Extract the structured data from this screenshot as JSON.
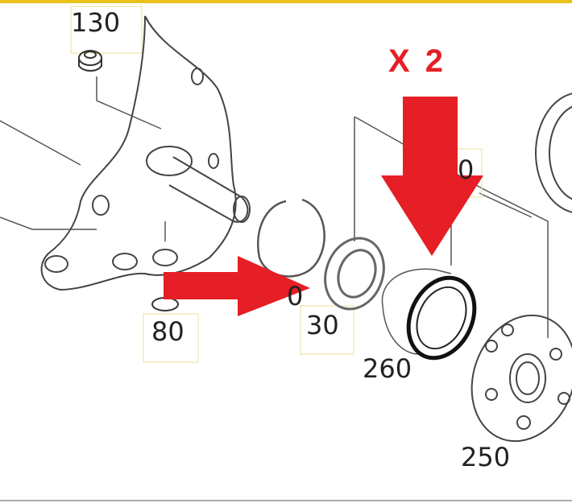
{
  "diagram": {
    "title_annotation": "X 2",
    "callouts": [
      {
        "id": "130"
      },
      {
        "id": "80"
      },
      {
        "id": "30"
      },
      {
        "id": "260"
      },
      {
        "id": "250"
      },
      {
        "id": "0"
      },
      {
        "id": "0"
      }
    ],
    "colors": {
      "arrow": "#e61e25",
      "border": "#e8c21a",
      "line": "#333333"
    }
  }
}
